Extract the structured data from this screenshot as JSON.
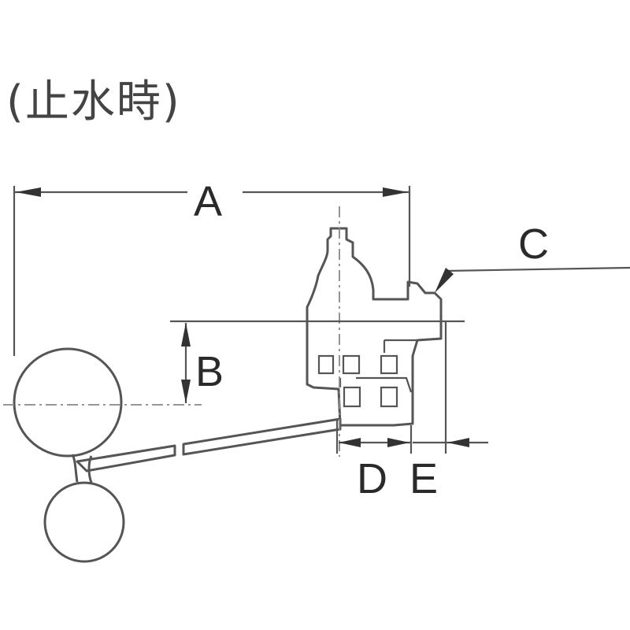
{
  "title": "(止水時)",
  "labels": {
    "a": "A",
    "b": "B",
    "c": "C",
    "d": "D",
    "e": "E"
  }
}
